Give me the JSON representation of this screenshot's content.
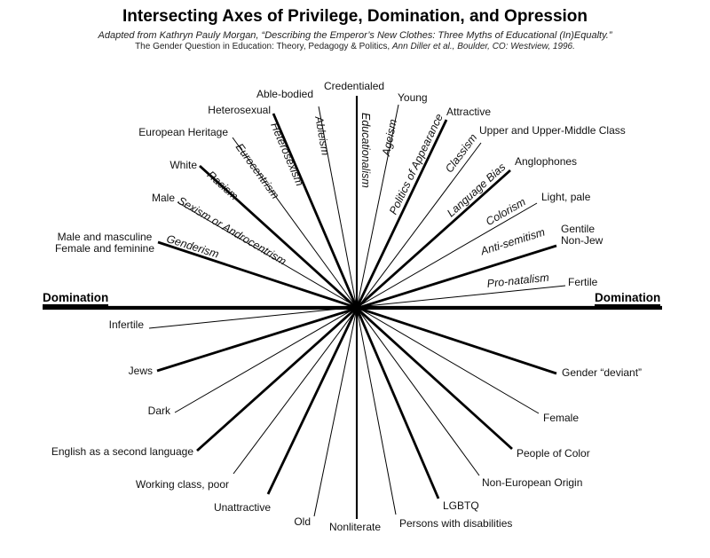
{
  "header": {
    "title": "Intersecting Axes of Privilege, Domination, and Opression",
    "attribution_line1": "Adapted from Kathryn Pauly Morgan, “Describing the Emperor’s New Clothes: Three Myths of Educational (In)Equalty.”",
    "attribution_line2_plain": "The Gender Question in Education: Theory, Pedagogy & Politics, ",
    "attribution_line2_italic": "Ann Diller et al., Boulder, CO: Westview, 1996."
  },
  "axis": {
    "left_label": "Domination",
    "right_label": "Domination"
  },
  "colors": {
    "line": "#000000",
    "background": "#ffffff",
    "text": "#1a1a1a"
  },
  "axes": [
    {
      "name": "Genderism",
      "privilege": "Male and masculine\nFemale and feminine",
      "oppression": "Gender “deviant”"
    },
    {
      "name": "Sexism or Androcentrism",
      "privilege": "Male",
      "oppression": "Female"
    },
    {
      "name": "Racism",
      "privilege": "White",
      "oppression": "People of Color"
    },
    {
      "name": "Eurocentrism",
      "privilege": "European Heritage",
      "oppression": "Non-European Origin"
    },
    {
      "name": "Heterosexism",
      "privilege": "Heterosexual",
      "oppression": "LGBTQ"
    },
    {
      "name": "Ableism",
      "privilege": "Able-bodied",
      "oppression": "Persons with disabilities"
    },
    {
      "name": "Educationalism",
      "privilege": "Credentialed",
      "oppression": "Nonliterate"
    },
    {
      "name": "Ageism",
      "privilege": "Young",
      "oppression": "Old"
    },
    {
      "name": "Politics of Appearance",
      "privilege": "Attractive",
      "oppression": "Unattractive"
    },
    {
      "name": "Classism",
      "privilege": "Upper and Upper-Middle Class",
      "oppression": "Working class, poor"
    },
    {
      "name": "Language Bias",
      "privilege": "Anglophones",
      "oppression": "English as a second language"
    },
    {
      "name": "Colorism",
      "privilege": "Light, pale",
      "oppression": "Dark"
    },
    {
      "name": "Anti-semitism",
      "privilege": "Gentile\nNon-Jew",
      "oppression": "Jews"
    },
    {
      "name": "Pro-natalism",
      "privilege": "Fertile",
      "oppression": "Infertile"
    }
  ]
}
